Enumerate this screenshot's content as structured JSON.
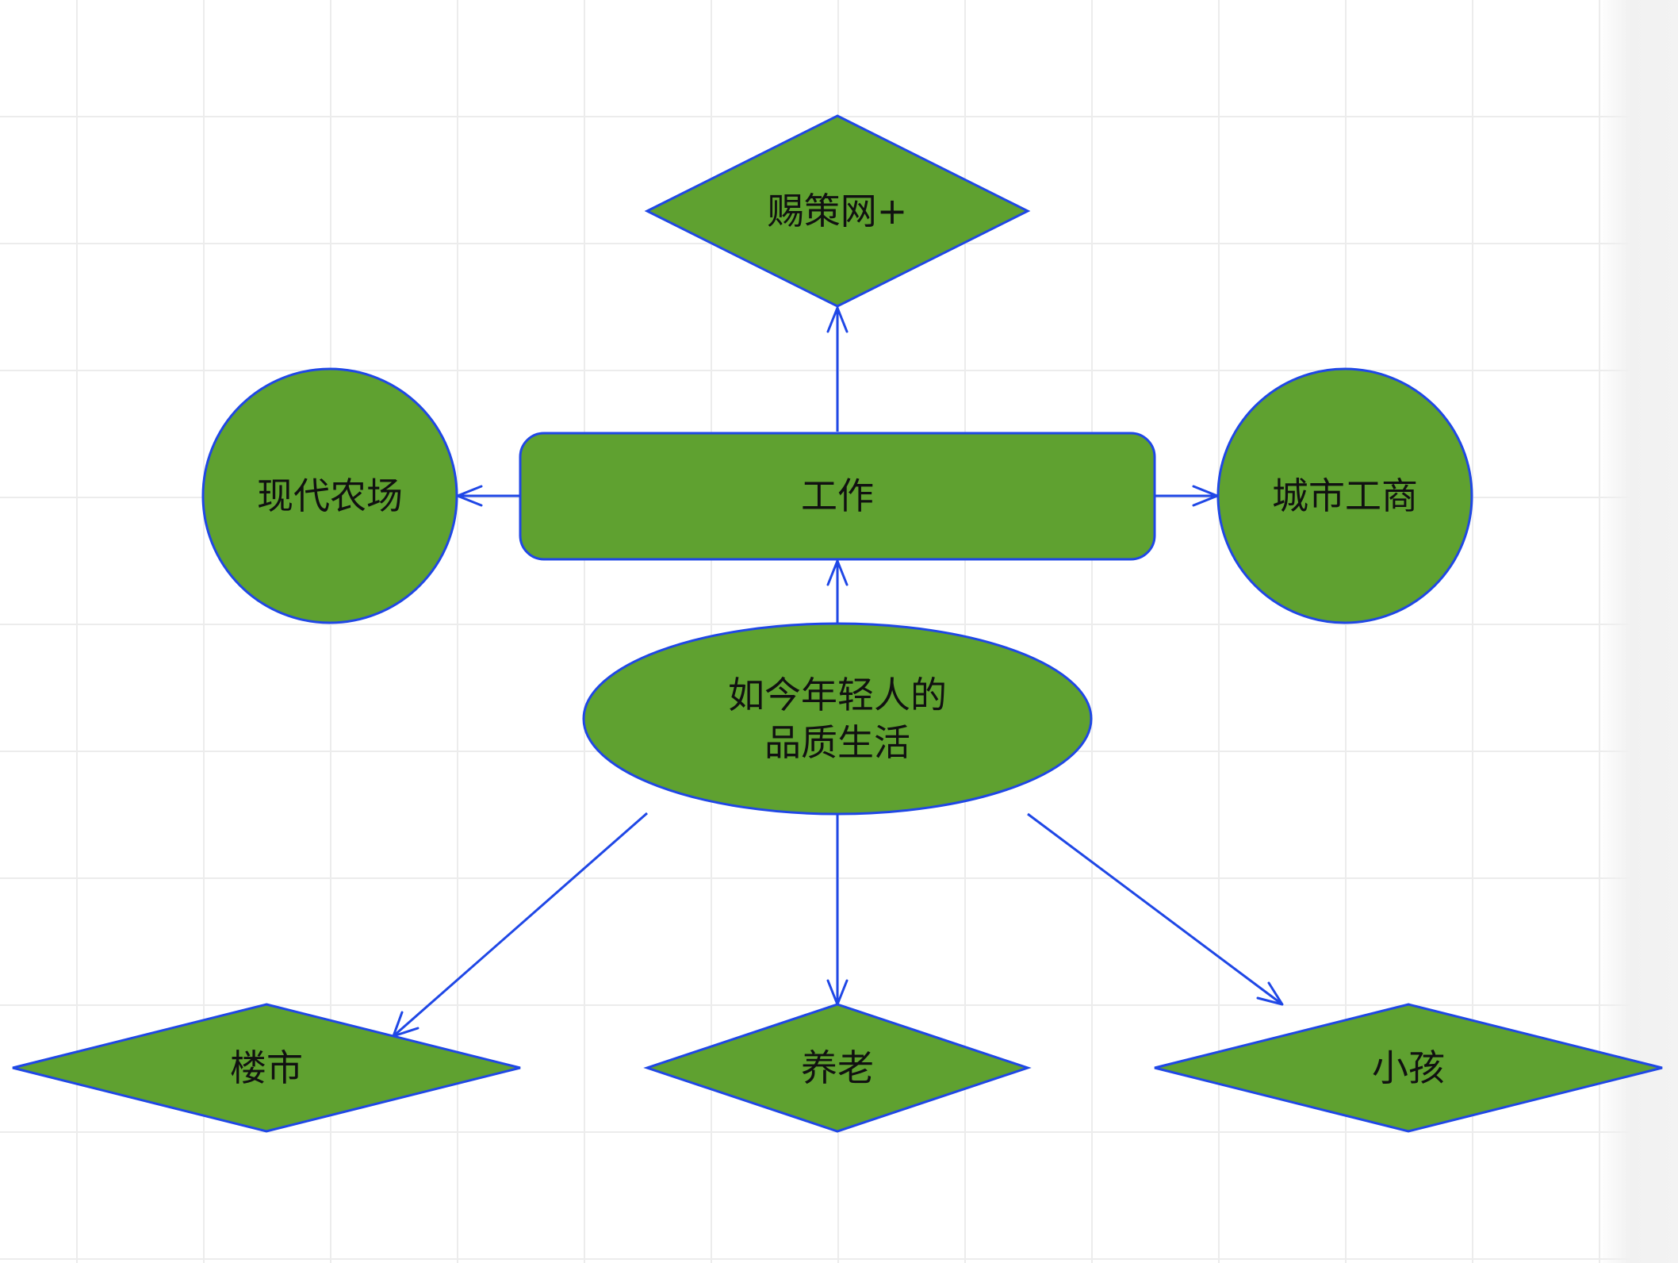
{
  "diagram": {
    "nodes": {
      "top": {
        "label": "赐策网+"
      },
      "work": {
        "label": "工作"
      },
      "farm": {
        "label": "现代农场"
      },
      "city": {
        "label": "城市工商"
      },
      "center": {
        "line1": "如今年轻人的",
        "line2": "品质生活"
      },
      "housing": {
        "label": "楼市"
      },
      "elderly": {
        "label": "养老"
      },
      "children": {
        "label": "小孩"
      }
    },
    "edges": [
      {
        "from": "work",
        "to": "top"
      },
      {
        "from": "work",
        "to": "farm"
      },
      {
        "from": "work",
        "to": "city"
      },
      {
        "from": "center",
        "to": "work"
      },
      {
        "from": "center",
        "to": "housing"
      },
      {
        "from": "center",
        "to": "elderly"
      },
      {
        "from": "center",
        "to": "children"
      }
    ],
    "colors": {
      "node_fill": "#5fa130",
      "node_stroke": "#1f47e6",
      "edge": "#1f47e6",
      "grid": "#ececec"
    }
  }
}
